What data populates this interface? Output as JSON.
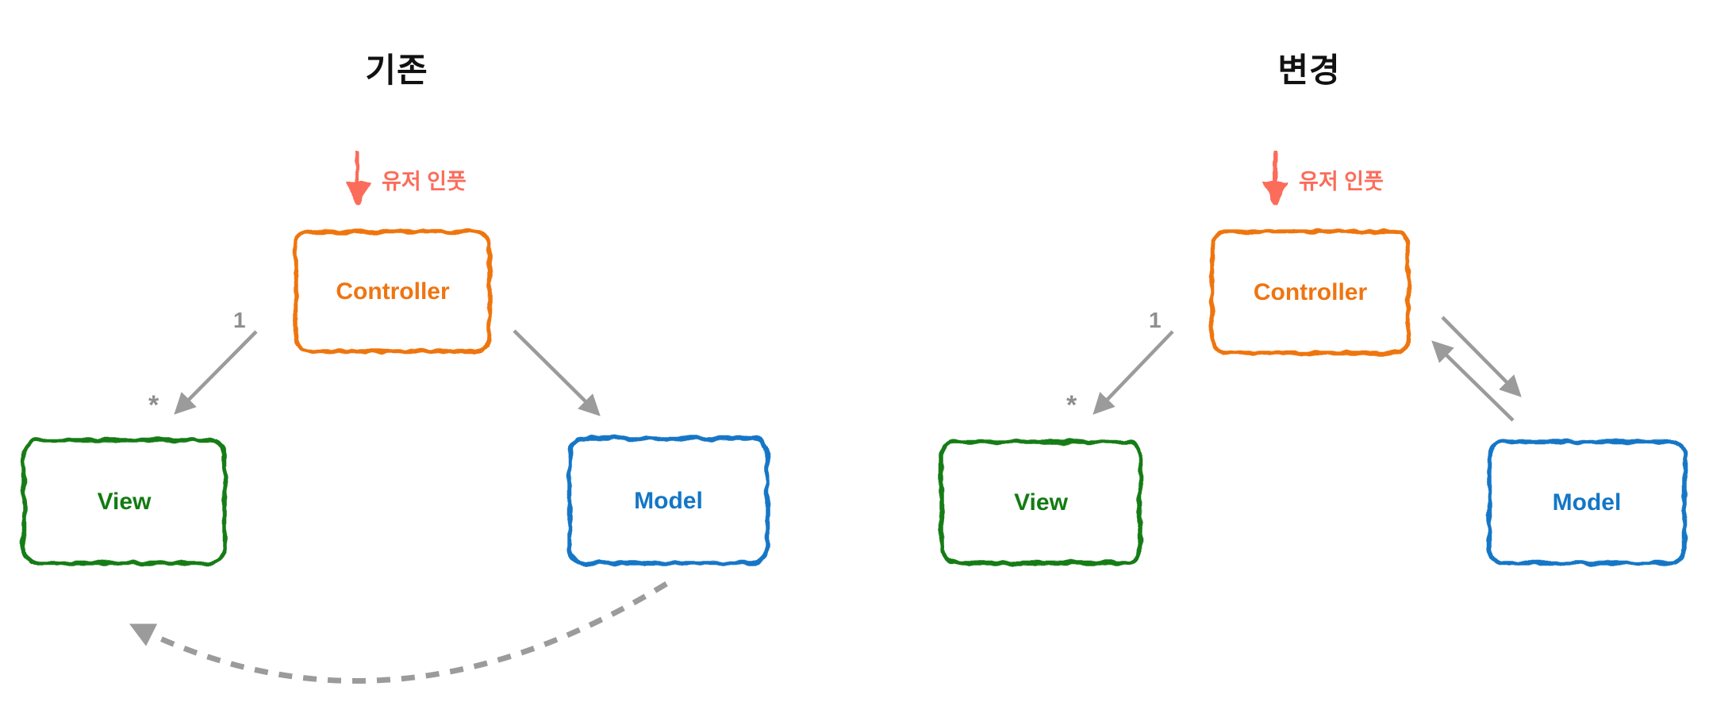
{
  "diagram": {
    "colors": {
      "controller": "#EE7511",
      "view": "#127C12",
      "model": "#1476C6",
      "user_input": "#FB6C5A",
      "edge": "#9B9B9B",
      "title": "#111111"
    },
    "left": {
      "title": "기존",
      "user_input_label": "유저 인풋",
      "nodes": {
        "controller": "Controller",
        "view": "View",
        "model": "Model"
      },
      "multiplicity": {
        "one": "1",
        "many": "*"
      },
      "edges": [
        {
          "from": "controller",
          "to": "view",
          "style": "solid",
          "arrow": "single"
        },
        {
          "from": "controller",
          "to": "model",
          "style": "solid",
          "arrow": "single"
        },
        {
          "from": "model",
          "to": "view",
          "style": "dashed",
          "arrow": "single"
        }
      ]
    },
    "right": {
      "title": "변경",
      "user_input_label": "유저 인풋",
      "nodes": {
        "controller": "Controller",
        "view": "View",
        "model": "Model"
      },
      "multiplicity": {
        "one": "1",
        "many": "*"
      },
      "edges": [
        {
          "from": "controller",
          "to": "view",
          "style": "solid",
          "arrow": "single"
        },
        {
          "from": "controller",
          "to": "model",
          "style": "solid",
          "arrow": "single"
        },
        {
          "from": "model",
          "to": "controller",
          "style": "solid",
          "arrow": "single"
        }
      ]
    }
  }
}
